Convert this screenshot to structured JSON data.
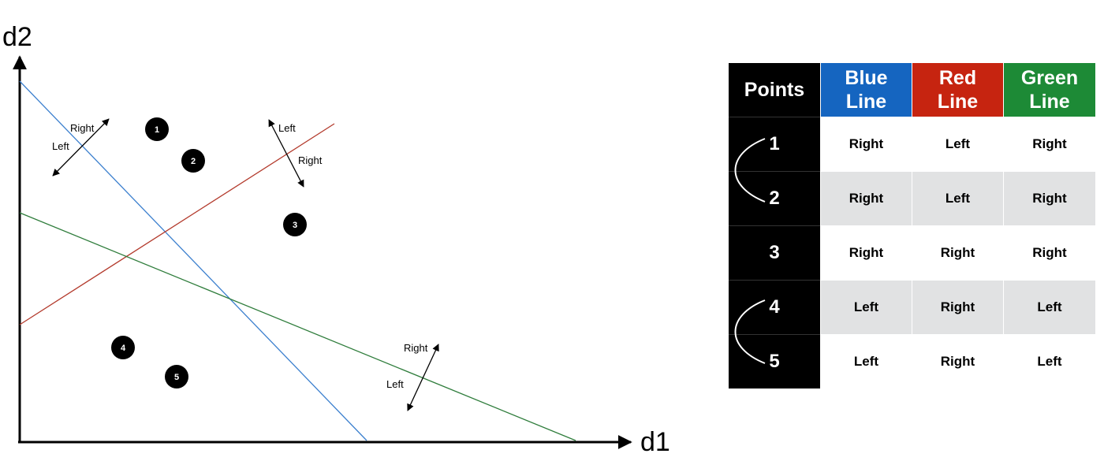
{
  "diagram": {
    "axis_x_label": "d1",
    "axis_y_label": "d2",
    "colors": {
      "blue": "#3b7fce",
      "red": "#b33a2c",
      "green": "#2f7d3c",
      "point": "#000000"
    },
    "lines": [
      {
        "name": "blue",
        "color": "#3b7fce"
      },
      {
        "name": "red",
        "color": "#b33a2c"
      },
      {
        "name": "green",
        "color": "#2f7d3c"
      }
    ],
    "points": [
      "1",
      "2",
      "3",
      "4",
      "5"
    ],
    "arrow_labels": {
      "blue": {
        "a": "Right",
        "b": "Left"
      },
      "red": {
        "a": "Left",
        "b": "Right"
      },
      "green": {
        "a": "Right",
        "b": "Left"
      }
    }
  },
  "table": {
    "headers": {
      "points": "Points",
      "blue": "Blue Line",
      "red": "Red Line",
      "green": "Green Line"
    },
    "header_colors": {
      "blue": "#1565c0",
      "red": "#c62410",
      "green": "#1d8a36"
    },
    "rows": [
      {
        "point": "1",
        "blue": "Right",
        "red": "Left",
        "green": "Right"
      },
      {
        "point": "2",
        "blue": "Right",
        "red": "Left",
        "green": "Right"
      },
      {
        "point": "3",
        "blue": "Right",
        "red": "Right",
        "green": "Right"
      },
      {
        "point": "4",
        "blue": "Left",
        "red": "Right",
        "green": "Left"
      },
      {
        "point": "5",
        "blue": "Left",
        "red": "Right",
        "green": "Left"
      }
    ]
  }
}
